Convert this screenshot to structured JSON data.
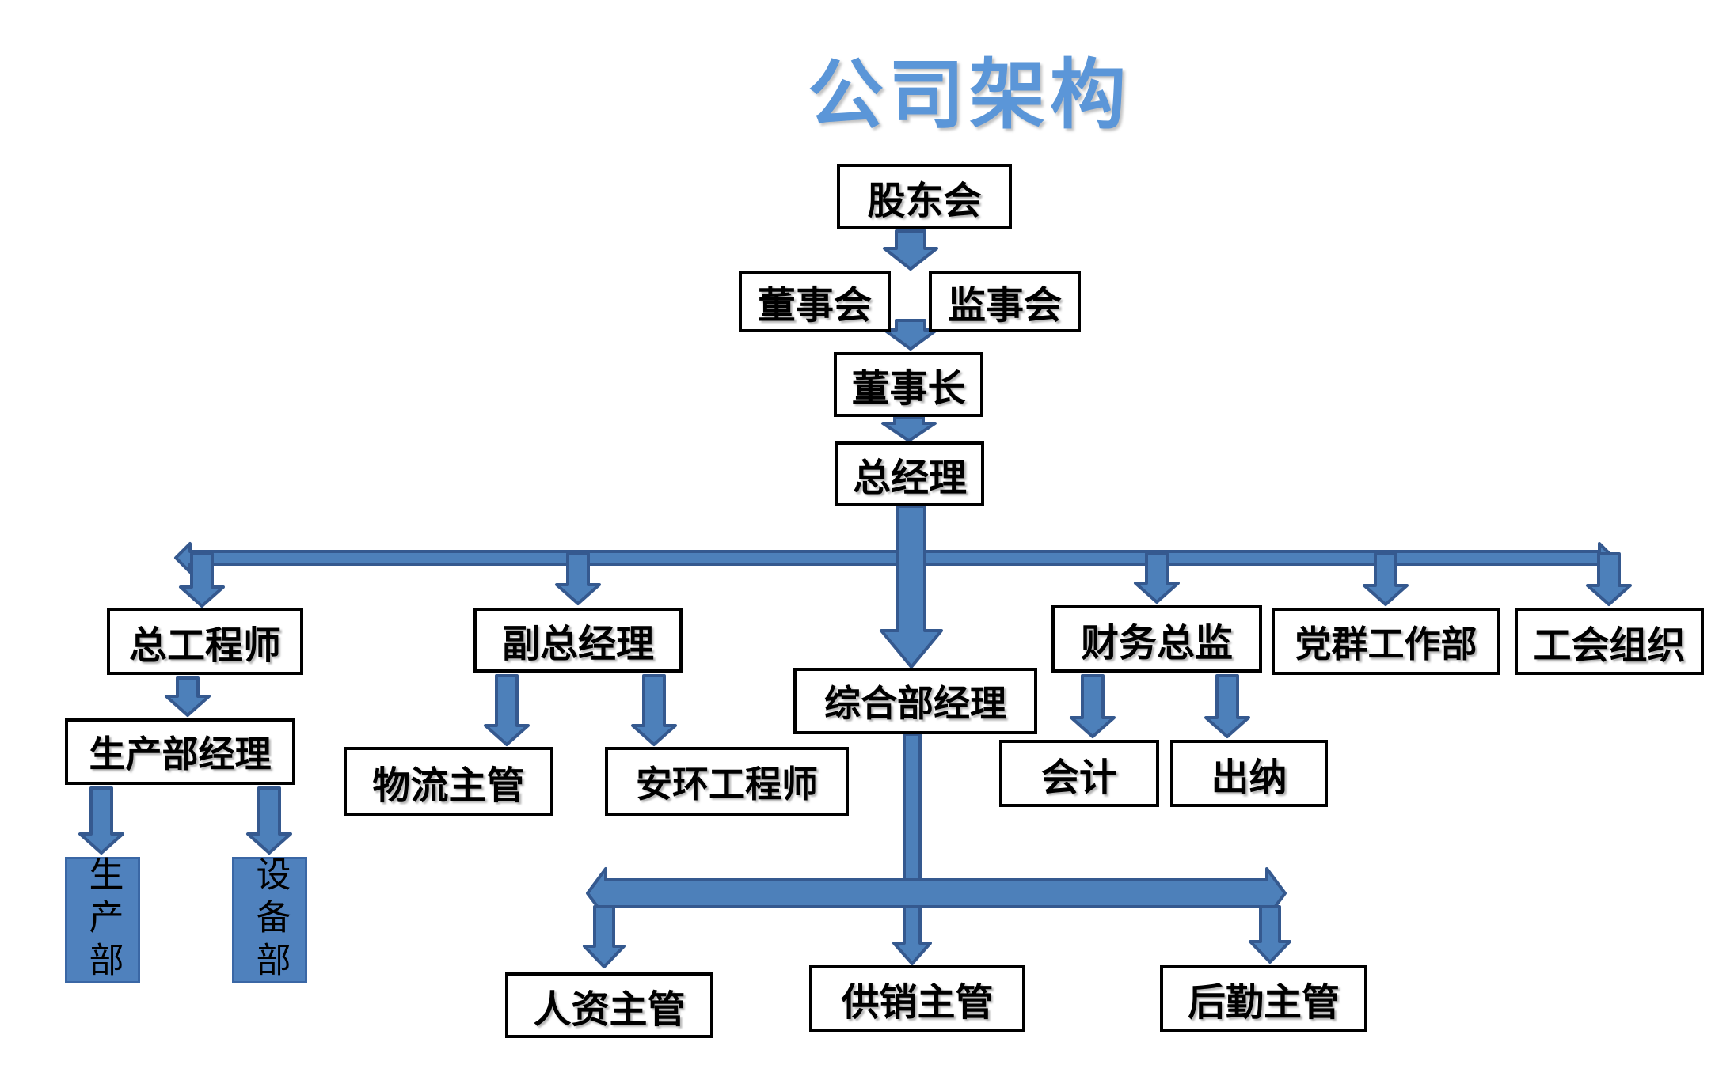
{
  "title": "公司架构",
  "theme": {
    "title_color": "#5b96d8",
    "arrow_fill": "#4d80ba",
    "arrow_stroke": "#35598f",
    "box_border": "#000000",
    "dept_fill": "#4f81bd",
    "dept_border": "#3a67a5"
  },
  "nodes": {
    "shareholders": "股东会",
    "board": "董事会",
    "supervisory": "监事会",
    "chairman": "董事长",
    "general_manager": "总经理",
    "chief_engineer": "总工程师",
    "deputy_gm": "副总经理",
    "general_dept_manager": "综合部经理",
    "cfo": "财务总监",
    "party_mass_dept": "党群工作部",
    "labor_union": "工会组织",
    "production_manager": "生产部经理",
    "logistics_supervisor": "物流主管",
    "safety_env_engineer": "安环工程师",
    "accountant": "会计",
    "cashier": "出纳",
    "production_dept": "生产部",
    "equipment_dept": "设备部",
    "hr_supervisor": "人资主管",
    "supply_marketing_supervisor": "供销主管",
    "logistics_support_supervisor": "后勤主管"
  }
}
